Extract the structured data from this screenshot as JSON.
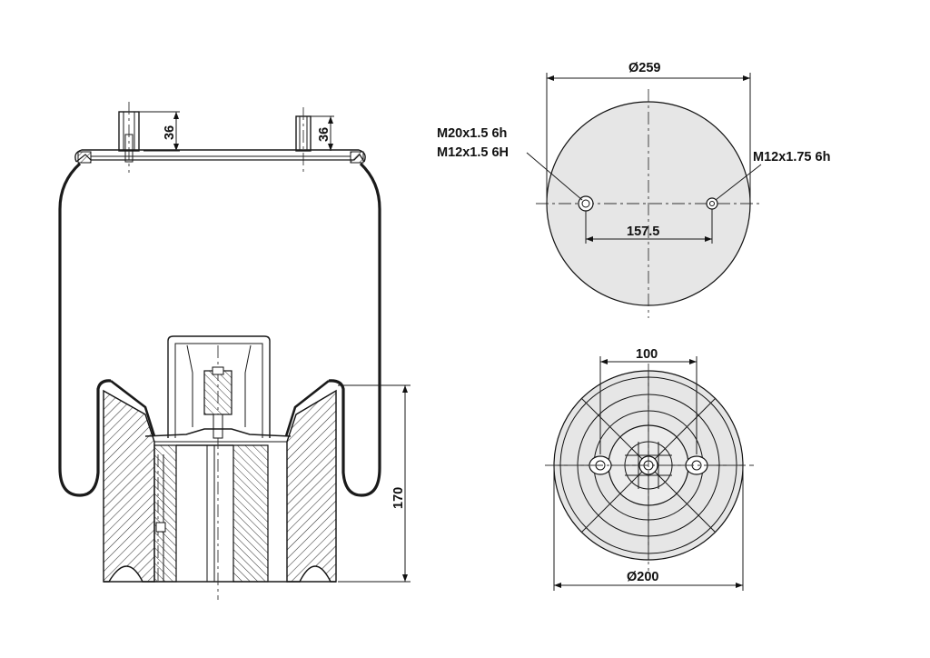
{
  "dimensions": {
    "stud_length_left": "36",
    "stud_length_right": "36",
    "height": "170",
    "top_plate_diameter": "Ø259",
    "stud_spacing": "157.5",
    "thread_left_1": "M20x1.5 6h",
    "thread_left_2": "M12x1.5 6H",
    "thread_right": "M12x1.75 6h",
    "piston_hole_spacing": "100",
    "piston_diameter": "Ø200"
  },
  "colors": {
    "line": "#1a1a1a",
    "fill": "#e6e6e6",
    "background": "#ffffff"
  }
}
